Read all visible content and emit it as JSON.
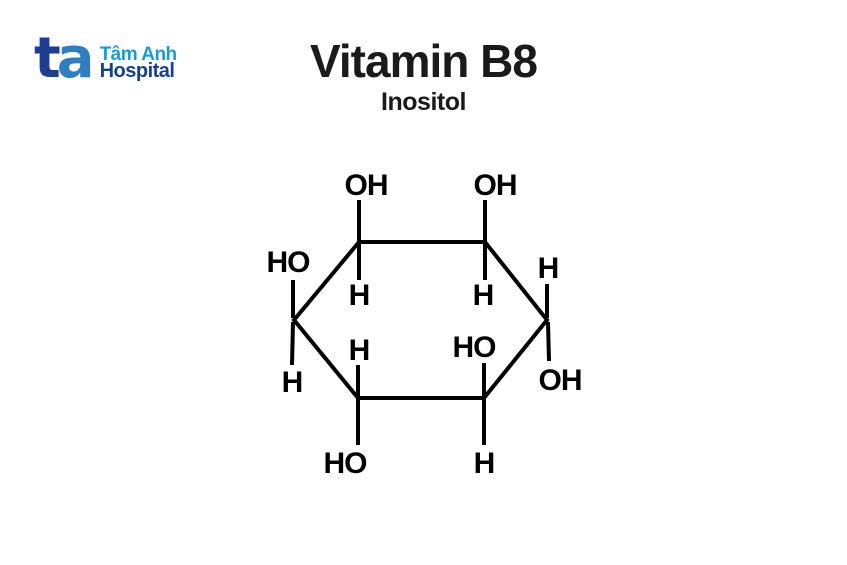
{
  "logo": {
    "mark_t": "t",
    "mark_a": "a",
    "line1": "Tâm Anh",
    "line2": "Hospital",
    "colors": {
      "mark_t": "#1d3d91",
      "mark_a": "#2f7ec2",
      "line1": "#1b9ad6",
      "line2": "#16418f"
    }
  },
  "header": {
    "title": "Vitamin B8",
    "subtitle": "Inositol"
  },
  "molecule": {
    "compound": "Inositol",
    "ring": "six-carbon hexagonal ring",
    "bond_color": "#000000",
    "atom_labels": [
      {
        "position": "top-left-carbon-up",
        "text": "OH"
      },
      {
        "position": "top-right-carbon-up",
        "text": "OH"
      },
      {
        "position": "left-carbon-up",
        "text": "HO"
      },
      {
        "position": "right-carbon-up",
        "text": "H"
      },
      {
        "position": "top-left-carbon-down",
        "text": "H"
      },
      {
        "position": "top-right-carbon-down",
        "text": "H"
      },
      {
        "position": "bottom-left-carbon-up",
        "text": "H"
      },
      {
        "position": "bottom-right-carbon-up",
        "text": "HO"
      },
      {
        "position": "left-carbon-down",
        "text": "H"
      },
      {
        "position": "right-carbon-down",
        "text": "OH"
      },
      {
        "position": "bottom-left-carbon-down",
        "text": "HO"
      },
      {
        "position": "bottom-right-carbon-down",
        "text": "H"
      }
    ]
  }
}
